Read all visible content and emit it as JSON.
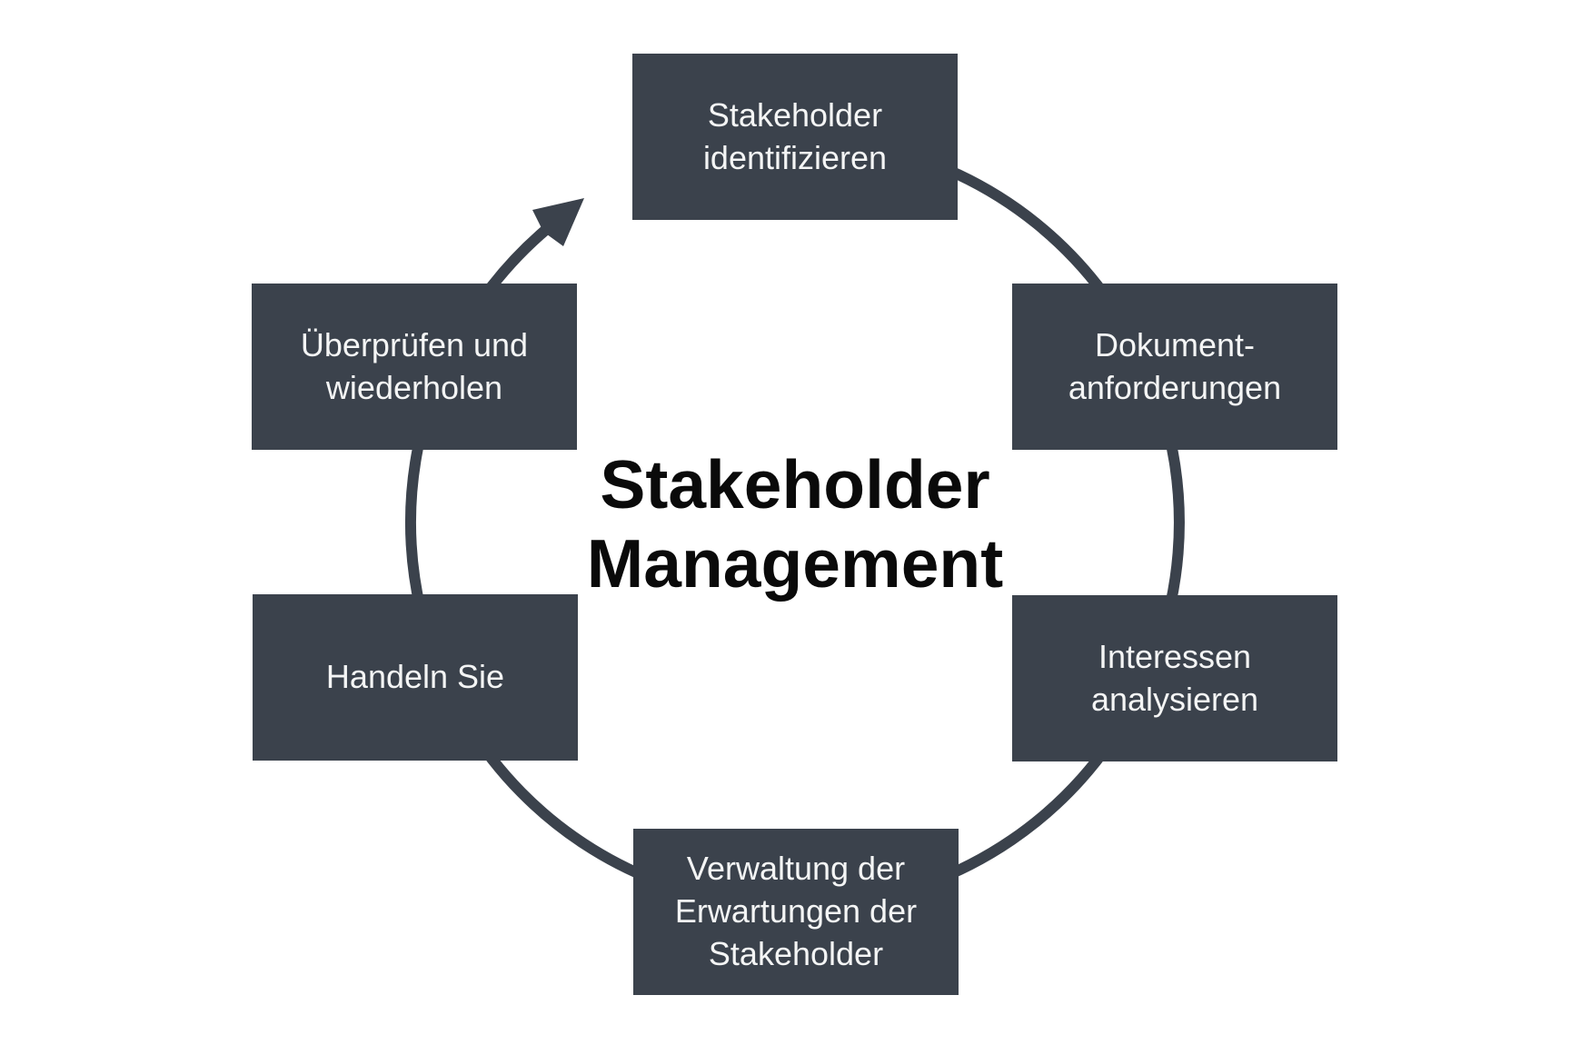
{
  "diagram": {
    "type": "cycle",
    "title": "Stakeholder\nManagement",
    "direction": "clockwise",
    "steps": [
      {
        "label": "Stakeholder\nidentifizieren",
        "position": "top"
      },
      {
        "label": "Dokument-\nanforderungen",
        "position": "top-right"
      },
      {
        "label": "Interessen\nanalysieren",
        "position": "bottom-right"
      },
      {
        "label": "Verwaltung der\nErwartungen der\nStakeholder",
        "position": "bottom"
      },
      {
        "label": "Handeln Sie",
        "position": "bottom-left"
      },
      {
        "label": "Überprüfen und\nwiederholen",
        "position": "top-left"
      }
    ]
  },
  "colors": {
    "box_fill": "#3b424c",
    "arc_color": "#3b424c",
    "box_text": "#f4f5f5",
    "title_text": "#0a0a0a",
    "background": "#ffffff"
  }
}
